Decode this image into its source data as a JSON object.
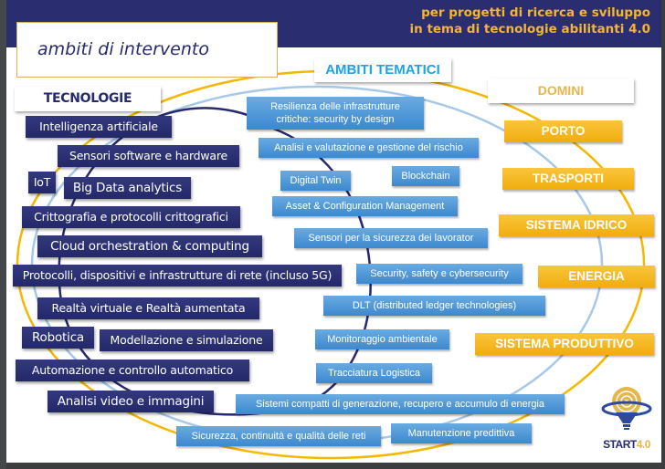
{
  "header": {
    "subtitle_line1": "per progetti di ricerca e sviluppo",
    "subtitle_line2": "in tema di tecnologie abilitanti 4.0",
    "title": "ambiti di intervento"
  },
  "columns": {
    "tecnologie": "TECNOLOGIE",
    "ambiti_tematici": "AMBITI TEMATICI",
    "domini": "DOMINI"
  },
  "tecnologie": [
    "Intelligenza artificiale",
    "Sensori software e hardware",
    "IoT",
    "Big Data analytics",
    "Crittografia e protocolli crittografici",
    "Cloud orchestration & computing",
    "Protocolli, dispositivi e infrastrutture di rete (incluso 5G)",
    "Realtà virtuale e Realtà aumentata",
    "Robotica",
    "Modellazione e simulazione",
    "Automazione e controllo automatico",
    "Analisi video e immagini"
  ],
  "ambiti": [
    "Resilienza delle infrastrutture critiche: security by design",
    "Analisi e valutazione e gestione del rischio",
    "Digital Twin",
    "Blockchain",
    "Asset & Configuration Management",
    "Sensori per la sicurezza dei lavorator",
    "Security, safety e cybersecurity",
    "DLT  (distributed ledger technologies)",
    "Monitoraggio ambientale",
    "Tracciatura Logistica",
    "Sistemi compatti di generazione, recupero e accumulo di energia",
    "Sicurezza, continuità e qualità delle reti",
    "Manutenzione predittiva"
  ],
  "domini": [
    "PORTO",
    "TRASPORTI",
    "SISTEMA IDRICO",
    "ENERGIA",
    "SISTEMA PRODUTTIVO"
  ],
  "logo": {
    "text_a": "START",
    "text_b": "4.0"
  },
  "colors": {
    "navy": "#262a6e",
    "gold": "#f2b632",
    "light_blue": "#4a90d6",
    "ring_blue": "#a7c8e8"
  }
}
